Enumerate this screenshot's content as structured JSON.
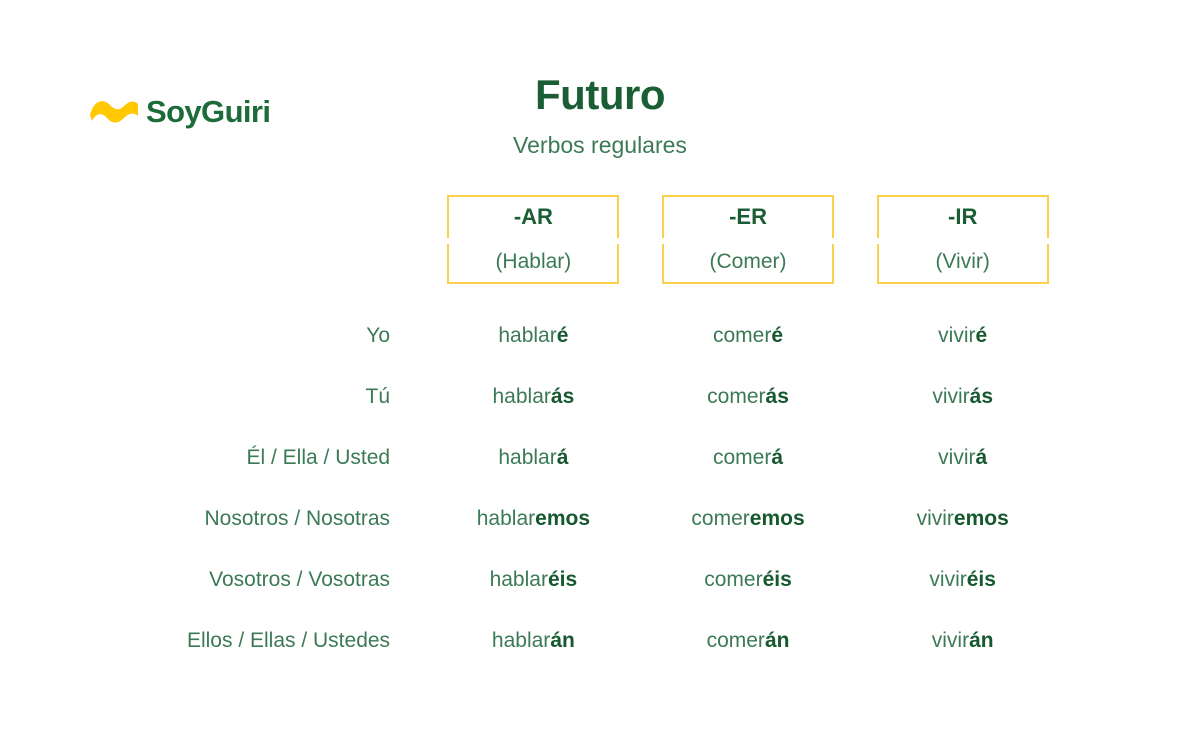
{
  "brand": {
    "name": "SoyGuiri",
    "mark_icon": "wave-tilde-icon",
    "mark_color": "#FFC800",
    "text_color": "#1E6B3A"
  },
  "header": {
    "title": "Futuro",
    "subtitle": "Verbos regulares"
  },
  "colors": {
    "title_green": "#1B5E35",
    "muted_green": "#3C7A56",
    "ending_green": "#16592F",
    "border_yellow": "#FBD14B",
    "background": "#FFFFFF"
  },
  "table": {
    "pronoun_header": "",
    "columns": [
      {
        "ending_label": "-AR",
        "verb_label": "(Hablar)",
        "stem": "hablar"
      },
      {
        "ending_label": "-ER",
        "verb_label": "(Comer)",
        "stem": "comer"
      },
      {
        "ending_label": "-IR",
        "verb_label": "(Vivir)",
        "stem": "vivir"
      }
    ],
    "rows": [
      {
        "pronoun": "Yo",
        "cells": [
          {
            "stem": "hablar",
            "ending": "é"
          },
          {
            "stem": "comer",
            "ending": "é"
          },
          {
            "stem": "vivir",
            "ending": "é"
          }
        ]
      },
      {
        "pronoun": "Tú",
        "cells": [
          {
            "stem": "hablar",
            "ending": "ás"
          },
          {
            "stem": "comer",
            "ending": "ás"
          },
          {
            "stem": "vivir",
            "ending": "ás"
          }
        ]
      },
      {
        "pronoun": "Él / Ella / Usted",
        "cells": [
          {
            "stem": "hablar",
            "ending": "á"
          },
          {
            "stem": "comer",
            "ending": "á"
          },
          {
            "stem": "vivir",
            "ending": "á"
          }
        ]
      },
      {
        "pronoun": "Nosotros / Nosotras",
        "cells": [
          {
            "stem": "hablar",
            "ending": "emos"
          },
          {
            "stem": "comer",
            "ending": "emos"
          },
          {
            "stem": "vivir",
            "ending": "emos"
          }
        ]
      },
      {
        "pronoun": "Vosotros / Vosotras",
        "cells": [
          {
            "stem": "hablar",
            "ending": "éis"
          },
          {
            "stem": "comer",
            "ending": "éis"
          },
          {
            "stem": "vivir",
            "ending": "éis"
          }
        ]
      },
      {
        "pronoun": "Ellos / Ellas / Ustedes",
        "cells": [
          {
            "stem": "hablar",
            "ending": "án"
          },
          {
            "stem": "comer",
            "ending": "án"
          },
          {
            "stem": "vivir",
            "ending": "án"
          }
        ]
      }
    ]
  },
  "chart_data": {
    "type": "table",
    "title": "Futuro",
    "subtitle": "Verbos regulares",
    "row_header_label": "",
    "categories": [
      "Yo",
      "Tú",
      "Él / Ella / Usted",
      "Nosotros / Nosotras",
      "Vosotros / Vosotras",
      "Ellos / Ellas / Ustedes"
    ],
    "columns": [
      "-AR (Hablar)",
      "-ER (Comer)",
      "-IR (Vivir)"
    ],
    "values": [
      [
        "hablaré",
        "comeré",
        "viviré"
      ],
      [
        "hablarás",
        "comerás",
        "vivirás"
      ],
      [
        "hablará",
        "comerá",
        "vivirá"
      ],
      [
        "hablaremos",
        "comeremos",
        "viviremos"
      ],
      [
        "hablaréis",
        "comeréis",
        "viviréis"
      ],
      [
        "hablarán",
        "comerán",
        "vivirán"
      ]
    ],
    "endings": [
      "é",
      "ás",
      "á",
      "emos",
      "éis",
      "án"
    ],
    "xlabel": "",
    "ylabel": "",
    "grid": false,
    "legend": "none"
  }
}
